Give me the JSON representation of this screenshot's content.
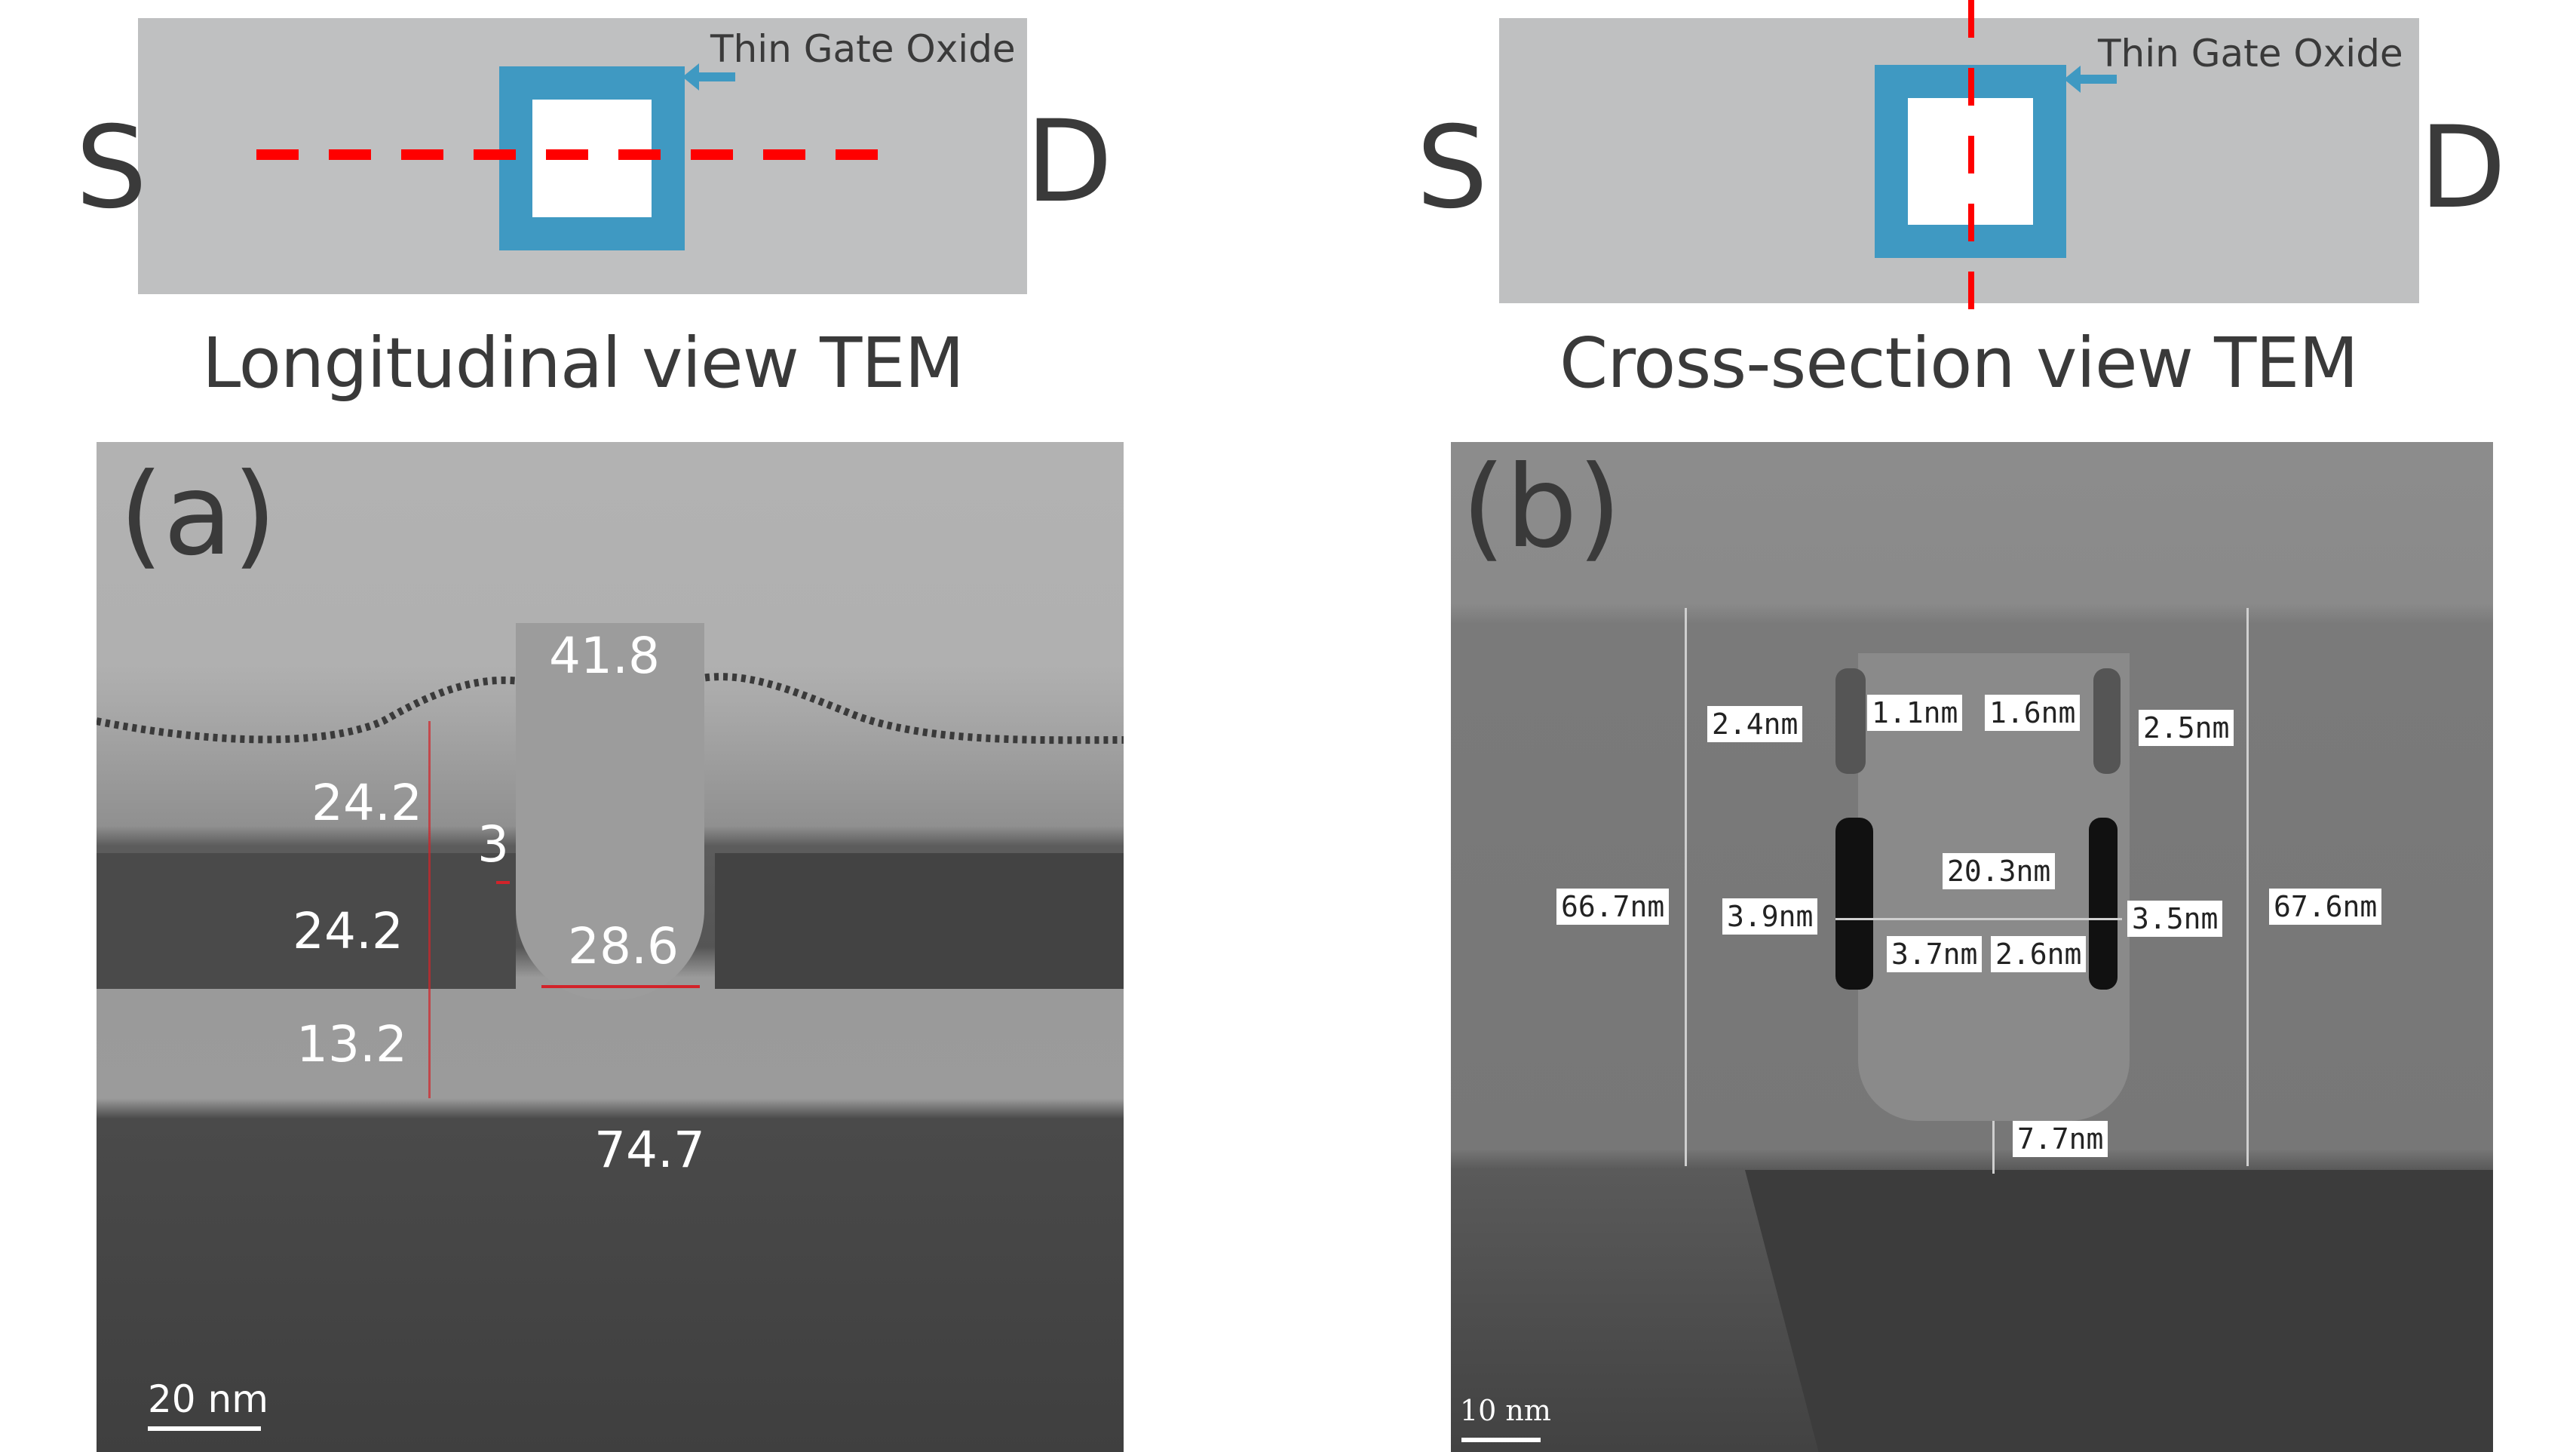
{
  "diagrams": {
    "longitudinal": {
      "source_label": "S",
      "drain_label": "D",
      "oxide_label": "Thin Gate Oxide",
      "title": "Longitudinal view TEM",
      "cut_line": "horizontal-dashed"
    },
    "cross_section": {
      "source_label": "S",
      "drain_label": "D",
      "oxide_label": "Thin Gate Oxide",
      "title": "Cross-section view TEM",
      "cut_line": "vertical-dashed"
    }
  },
  "colors": {
    "background_rect": "#bfc0c1",
    "gate_outline": "#3f99c2",
    "cut_line": "#ff0000",
    "text": "#3a3a3a"
  },
  "panel_a": {
    "label": "(a)",
    "measurements": [
      "41.8",
      "24.2",
      "3",
      "24.2",
      "28.6",
      "13.2",
      "74.7"
    ],
    "scale_bar": "20 nm"
  },
  "panel_b": {
    "label": "(b)",
    "measurements": [
      "2.4nm",
      "1.1nm",
      "1.6nm",
      "2.5nm",
      "20.3nm",
      "66.7nm",
      "3.9nm",
      "3.5nm",
      "67.6nm",
      "3.7nm",
      "2.6nm",
      "7.7nm"
    ],
    "scale_bar": "10 nm"
  }
}
